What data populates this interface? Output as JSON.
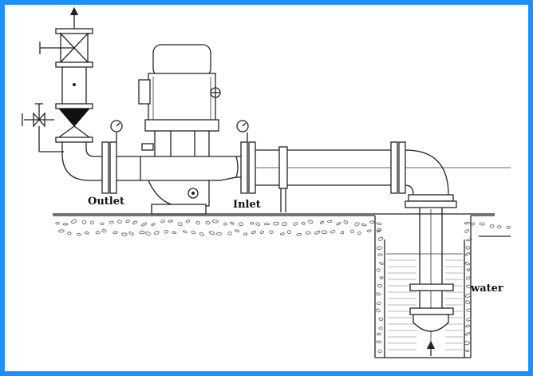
{
  "labels": {
    "outlet": "Outlet",
    "inlet": "Inlet",
    "water": "water"
  },
  "colors": {
    "frame_border": "#1e90ff",
    "line": "#222222",
    "background": "#ffffff"
  }
}
